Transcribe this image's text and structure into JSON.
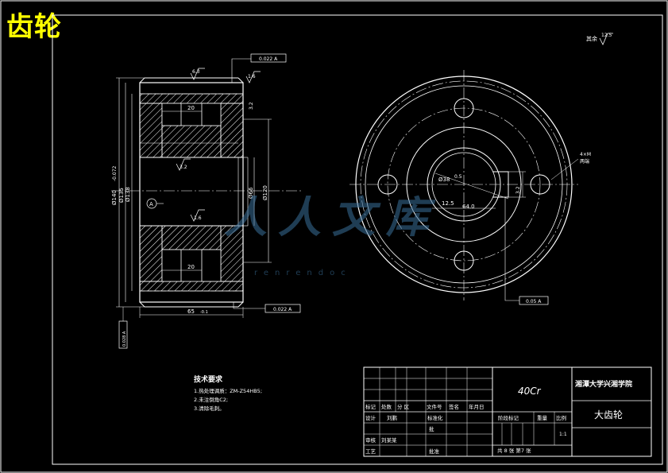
{
  "corner_title": "齿轮",
  "watermark": {
    "logo_text": "人人文库",
    "url_text": "renrendoc"
  },
  "roughness_note": {
    "label": "其余",
    "value": "12.5"
  },
  "section_view": {
    "tol_top": "0.022 A",
    "tol_bottom": "0.022 A",
    "tol_left": "0.028 A",
    "rough_top": "6.3",
    "rough_right": "1.6",
    "rough_mid": "1.6",
    "rough_bore": "3.2",
    "rough_side": "3.2",
    "dim_inner_top": "20",
    "dim_inner_bottom": "20",
    "dim_width": "65",
    "dim_width_tol": "-0.1",
    "dia_outer": "Ø140",
    "dia_outer_tol": "-0.072",
    "dia_root": "Ø135",
    "dia_hub": "Ø138",
    "dia_hub2": "Ø120",
    "dia_bore": "Ø66",
    "datum": "A"
  },
  "front_view": {
    "dim_keyway": "Ø38",
    "dim_keyway_val": "0.5",
    "dim_key": "12.5",
    "dim_depth": "64.0",
    "rough_key": "3.2",
    "chamfer_note": "4×M",
    "chamfer_note2": "两端",
    "tol_bottom": "0.05 A"
  },
  "tech_requirements": {
    "title": "技术要求",
    "items": [
      "1.热处理调质：ZM-Z54HB5;",
      "2.未注倒角C2;",
      "3.清除毛刺。"
    ]
  },
  "title_block": {
    "school": "湘潭大学兴湘学院",
    "material": "40Cr",
    "part_name": "大齿轮",
    "hdr_mark": "标记",
    "hdr_count": "处数",
    "hdr_zone": "分  区",
    "hdr_doc": "文件号",
    "hdr_sign": "签名",
    "hdr_date": "年月日",
    "row_design": "设计",
    "designer": "刘鹏",
    "row_standard": "标准化",
    "row_check": "审核",
    "checker": "刘某某",
    "row_process": "工艺",
    "row_approve": "批准",
    "stage_mark": "阶段标记",
    "weight": "重量",
    "scale": "比例",
    "scale_val": "1:1",
    "sheet_info": "共 8 张  第7 张",
    "approve_mark": "批"
  }
}
